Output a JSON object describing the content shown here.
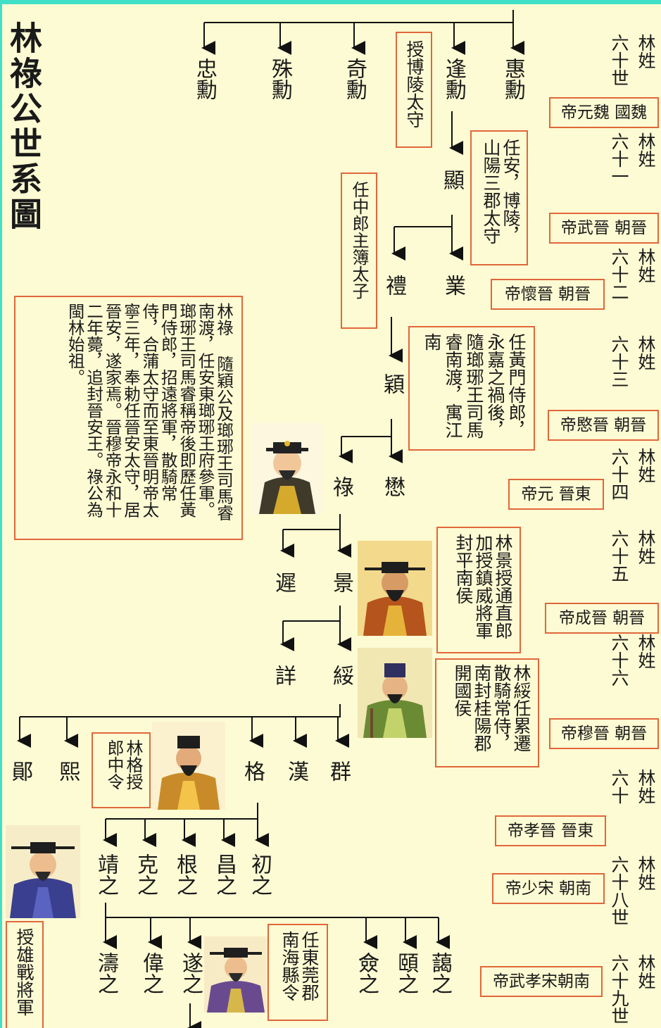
{
  "title": "林祿公世系圖",
  "generations": [
    {
      "gen": "六十世",
      "surname": "林姓",
      "dynasty": "魏國 魏元帝"
    },
    {
      "gen": "六十一",
      "surname": "林姓",
      "dynasty": "晉朝 晉武帝"
    },
    {
      "gen": "六十二",
      "surname": "林姓",
      "dynasty": "晉朝 晉懷帝"
    },
    {
      "gen": "六十三",
      "surname": "林姓",
      "dynasty": "晉朝 晉愍帝"
    },
    {
      "gen": "六十四",
      "surname": "林姓",
      "dynasty": "東晉 元帝"
    },
    {
      "gen": "六十五",
      "surname": "林姓",
      "dynasty": "晉朝 晉成帝"
    },
    {
      "gen": "六十六",
      "surname": "林姓",
      "dynasty": "晉朝 晉穆帝"
    },
    {
      "gen": "六十",
      "surname": "林姓",
      "dynasty": "東晉 晉孝帝"
    },
    {
      "gen": "六十八世",
      "surname": "林姓",
      "dynasty": "南朝 宋少帝"
    },
    {
      "gen": "六十九世",
      "surname": "林姓",
      "dynasty": "南朝宋孝武帝"
    }
  ],
  "persons": {
    "zhongxun": "忠勳",
    "shuxun": "殊勳",
    "qixun": "奇勳",
    "fengxun": "逢勳",
    "huixun": "惠勳",
    "xian": "顯",
    "li": "禮",
    "ye": "業",
    "ying": "穎",
    "lu": "祿",
    "mao": "懋",
    "chi": "遲",
    "jing": "景",
    "xiang": "詳",
    "sui": "綏",
    "yun": "鄖",
    "xi": "熙",
    "ge": "格",
    "han": "漢",
    "qun": "群",
    "jingzhi": "靖之",
    "kezhi": "克之",
    "genzhi": "根之",
    "changzhi": "昌之",
    "chuzhi": "初之",
    "taozhi": "濤之",
    "weizhi": "偉之",
    "suizhi": "遂之",
    "qianzhi": "僉之",
    "yizhi": "頤之",
    "aizhi": "藹之"
  },
  "notes": {
    "fengxun": "授博陵太守",
    "xian": "任安，博陵，山陽三郡太守",
    "li": "任中郎主簿太子",
    "ying": "任黃門侍郎，永嘉之禍後，隨瑯琊王司馬睿南渡，寓江南",
    "lu": "林祿 隨穎公及瑯琊王司馬睿南渡，任安東瑯琊王府參軍。瑯琊王司馬睿稱帝後即歷任黃門侍郎，招遠將軍，散騎常侍，合蒲太守而至東晉明帝太寧三年，奉勅任晉安太守，居晉安，遂家焉。晉穆帝永和十二年薨，追封晉安王。祿公為閩林始祖。",
    "jing": "林景授通直郎加授鎮威將軍封平南侯",
    "sui": "林綏任累遷散騎常侍，南封桂陽郡開國侯",
    "ge": "林格授郎中令",
    "jingzhi": "授雄戰將軍",
    "suizhi": "任東莞郡南海縣令"
  }
}
